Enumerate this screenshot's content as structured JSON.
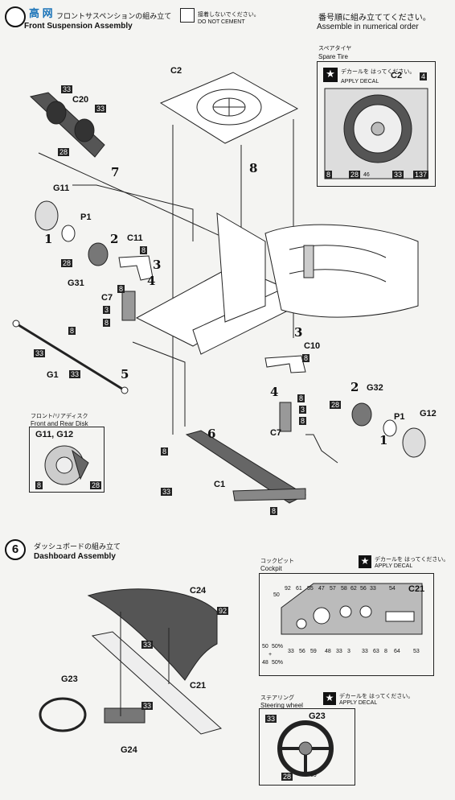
{
  "section5": {
    "title_jp": "フロントサスペンションの組み立て",
    "title_en": "Front Suspension Assembly",
    "do_not_cement_jp": "接着しないでください。",
    "do_not_cement_en": "DO NOT CEMENT",
    "order_jp": "番号順に組み立ててください。",
    "order_en": "Assemble in numerical order",
    "spare_tire_jp": "スペアタイヤ",
    "spare_tire_en": "Spare Tire",
    "apply_decal_jp": "デカールを はってください。",
    "apply_decal_en": "APPLY DECAL",
    "disk_jp": "フロント/リアディスク",
    "disk_en": "Front and Rear Disk",
    "disk_parts": "G11, G12"
  },
  "section6": {
    "step_number": "6",
    "title_jp": "ダッシュボードの組み立て",
    "title_en": "Dashboard Assembly",
    "cockpit_jp": "コックピット",
    "cockpit_en": "Cockpit",
    "steering_jp": "ステアリング",
    "steering_en": "Steering wheel"
  },
  "parts": {
    "C2": "C2",
    "C20": "C20",
    "G11": "G11",
    "P1": "P1",
    "G31": "G31",
    "C11": "C11",
    "C7": "C7",
    "G1": "G1",
    "C10": "C10",
    "G32": "G32",
    "G12": "G12",
    "C1": "C1",
    "C24": "C24",
    "C21": "C21",
    "G23": "G23",
    "G24": "G24"
  },
  "colors": {
    "c4": "4",
    "c8": "8",
    "c28": "28",
    "c33": "33",
    "c46": "46",
    "c137": "137",
    "c92": "92",
    "c50": "50",
    "c48": "48",
    "c61": "61",
    "c55": "55",
    "c47": "47",
    "c57": "57",
    "c58": "58",
    "c62": "62",
    "c56": "56",
    "c54": "54",
    "c56b": "56",
    "c59": "59",
    "c63": "63",
    "c64": "64",
    "c53": "53",
    "c3": "3",
    "c69": "69",
    "p50": "50%",
    "p50b": "50%",
    "plus": "+"
  },
  "steps": {
    "s1": "1",
    "s2": "2",
    "s3": "3",
    "s4": "4",
    "s5": "5",
    "s6": "6",
    "s7": "7",
    "s8": "8"
  },
  "watermark": "高 网"
}
